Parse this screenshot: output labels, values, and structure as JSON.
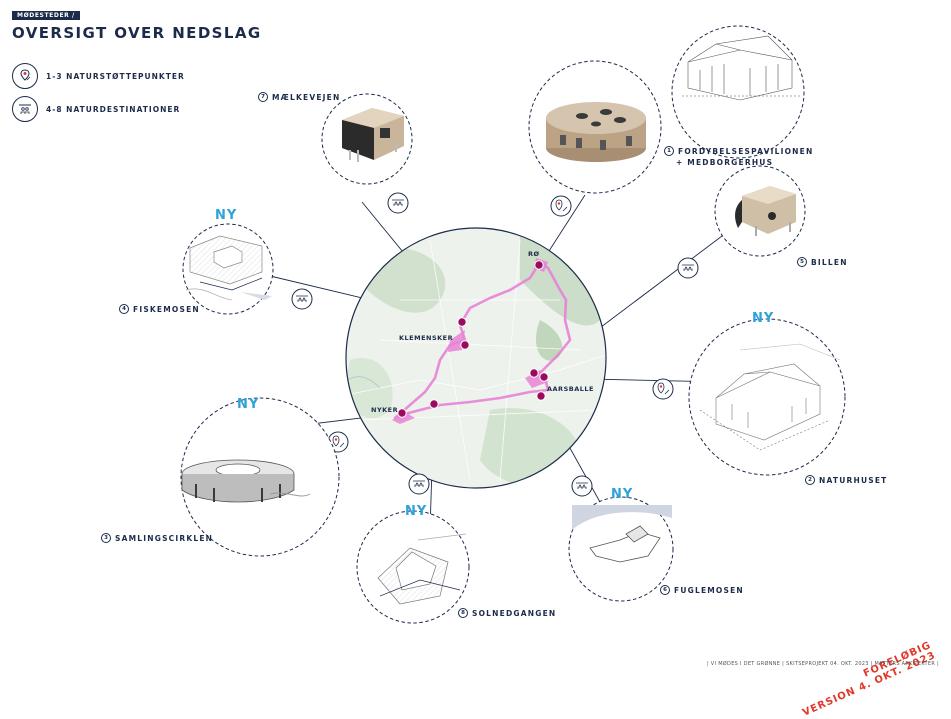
{
  "header": {
    "tag": "MØDESTEDER /",
    "title": "OVERSIGT OVER NEDSLAG"
  },
  "legend": [
    {
      "icon": "pin-leaf-icon",
      "label": "1-3 NATURSTØTTEPUNKTER"
    },
    {
      "icon": "people-icon",
      "label": "4-8 NATURDESTINATIONER"
    }
  ],
  "destinations": [
    {
      "num": "1",
      "label": "FORDYBELSESPAVILIONEN",
      "label2": "+ MEDBORGERHUS"
    },
    {
      "num": "2",
      "label": "NATURHUSET",
      "ny": "NY"
    },
    {
      "num": "3",
      "label": "SAMLINGSCIRKLEN",
      "ny": "NY"
    },
    {
      "num": "4",
      "label": "FISKEMOSEN",
      "ny": "NY"
    },
    {
      "num": "5",
      "label": "BILLEN"
    },
    {
      "num": "6",
      "label": "FUGLEMOSEN",
      "ny": "NY"
    },
    {
      "num": "7",
      "label": "MÆLKEVEJEN"
    },
    {
      "num": "8",
      "label": "SOLNEDGANGEN",
      "ny": "NY"
    }
  ],
  "towns": [
    "RØ",
    "KLEMENSKER",
    "AARSBALLE",
    "NYKER"
  ],
  "colors": {
    "navy": "#1c2b4a",
    "ny_blue": "#2ea3d9",
    "route": "#e882d6",
    "marker": "#9b0a5e",
    "stamp": "#e2372a"
  },
  "stamp": {
    "line1": "FORELØBIG",
    "line2": "VERSION 4. OKT. 2023"
  },
  "footer": "| VI MØDES I DET GRØNNE | SKITSEPROJEKT 04. OKT. 2023 | MATTERS ARKITEKTER |"
}
